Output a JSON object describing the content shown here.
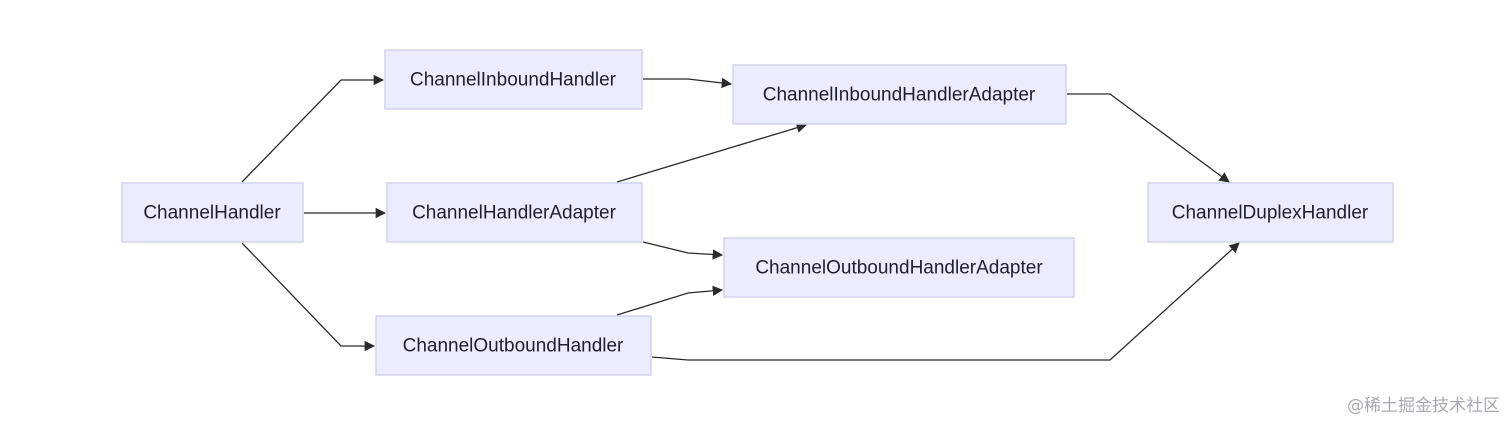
{
  "nodes": {
    "channel_handler": "ChannelHandler",
    "channel_inbound_handler": "ChannelInboundHandler",
    "channel_handler_adapter": "ChannelHandlerAdapter",
    "channel_outbound_handler": "ChannelOutboundHandler",
    "channel_inbound_handler_adapter": "ChannelInboundHandlerAdapter",
    "channel_outbound_handler_adapter": "ChannelOutboundHandlerAdapter",
    "channel_duplex_handler": "ChannelDuplexHandler"
  },
  "edges": [
    {
      "from": "ChannelHandler",
      "to": "ChannelInboundHandler"
    },
    {
      "from": "ChannelHandler",
      "to": "ChannelHandlerAdapter"
    },
    {
      "from": "ChannelHandler",
      "to": "ChannelOutboundHandler"
    },
    {
      "from": "ChannelInboundHandler",
      "to": "ChannelInboundHandlerAdapter"
    },
    {
      "from": "ChannelHandlerAdapter",
      "to": "ChannelInboundHandlerAdapter"
    },
    {
      "from": "ChannelHandlerAdapter",
      "to": "ChannelOutboundHandlerAdapter"
    },
    {
      "from": "ChannelOutboundHandler",
      "to": "ChannelOutboundHandlerAdapter"
    },
    {
      "from": "ChannelInboundHandlerAdapter",
      "to": "ChannelDuplexHandler"
    },
    {
      "from": "ChannelOutboundHandler",
      "to": "ChannelDuplexHandler"
    }
  ],
  "colors": {
    "node_fill": "#ececff",
    "node_border": "#d3d3ef",
    "edge": "#2b2b2b",
    "watermark": "#a9a9b2"
  },
  "watermark": "@稀土掘金技术社区"
}
